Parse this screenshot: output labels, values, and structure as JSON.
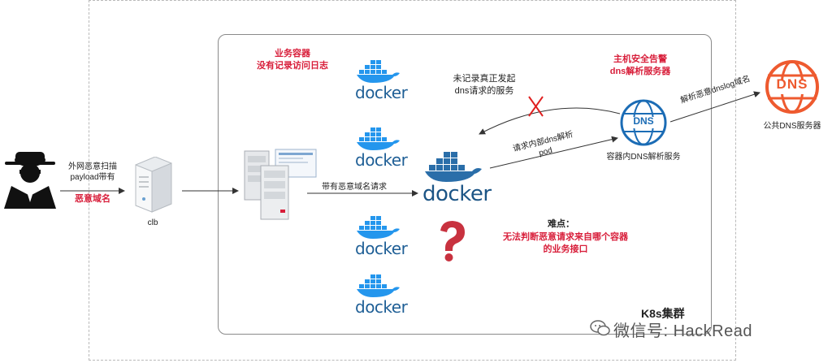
{
  "attacker": {
    "payload_label_line1": "外网恶意扫描",
    "payload_label_line2": "payload带有",
    "malicious_domain": "恶意域名"
  },
  "clb": {
    "label": "clb"
  },
  "business_container": {
    "title_line1": "业务容器",
    "title_line2": "没有记录访问日志"
  },
  "request_label": "带有恶意域名请求",
  "docker": {
    "word": "docker"
  },
  "unlogged_service": {
    "line1": "未记录真正发起",
    "line2": "dns请求的服务"
  },
  "pod_request": {
    "line1": "请求内部dns解析",
    "line2": "pod"
  },
  "dns_server": {
    "alert_line1": "主机安全告警",
    "alert_line2": "dns解析服务器",
    "icon_text": "DNS",
    "label": "容器内DNS解析服务"
  },
  "resolve_label": "解析恶意dnslog域名",
  "public_dns": {
    "icon_text": "DNS",
    "label": "公共DNS服务器"
  },
  "difficulty": {
    "title": "难点：",
    "line1": "无法判断恶意请求来自哪个容器",
    "line2": "的业务接口"
  },
  "cluster_label": "K8s集群",
  "watermark": "微信号: HackRead",
  "colors": {
    "alert_red": "#d81e3a",
    "docker_blue": "#2496ed",
    "dns_blue": "#1b6cb5",
    "public_dns_orange": "#ee5a2f"
  }
}
